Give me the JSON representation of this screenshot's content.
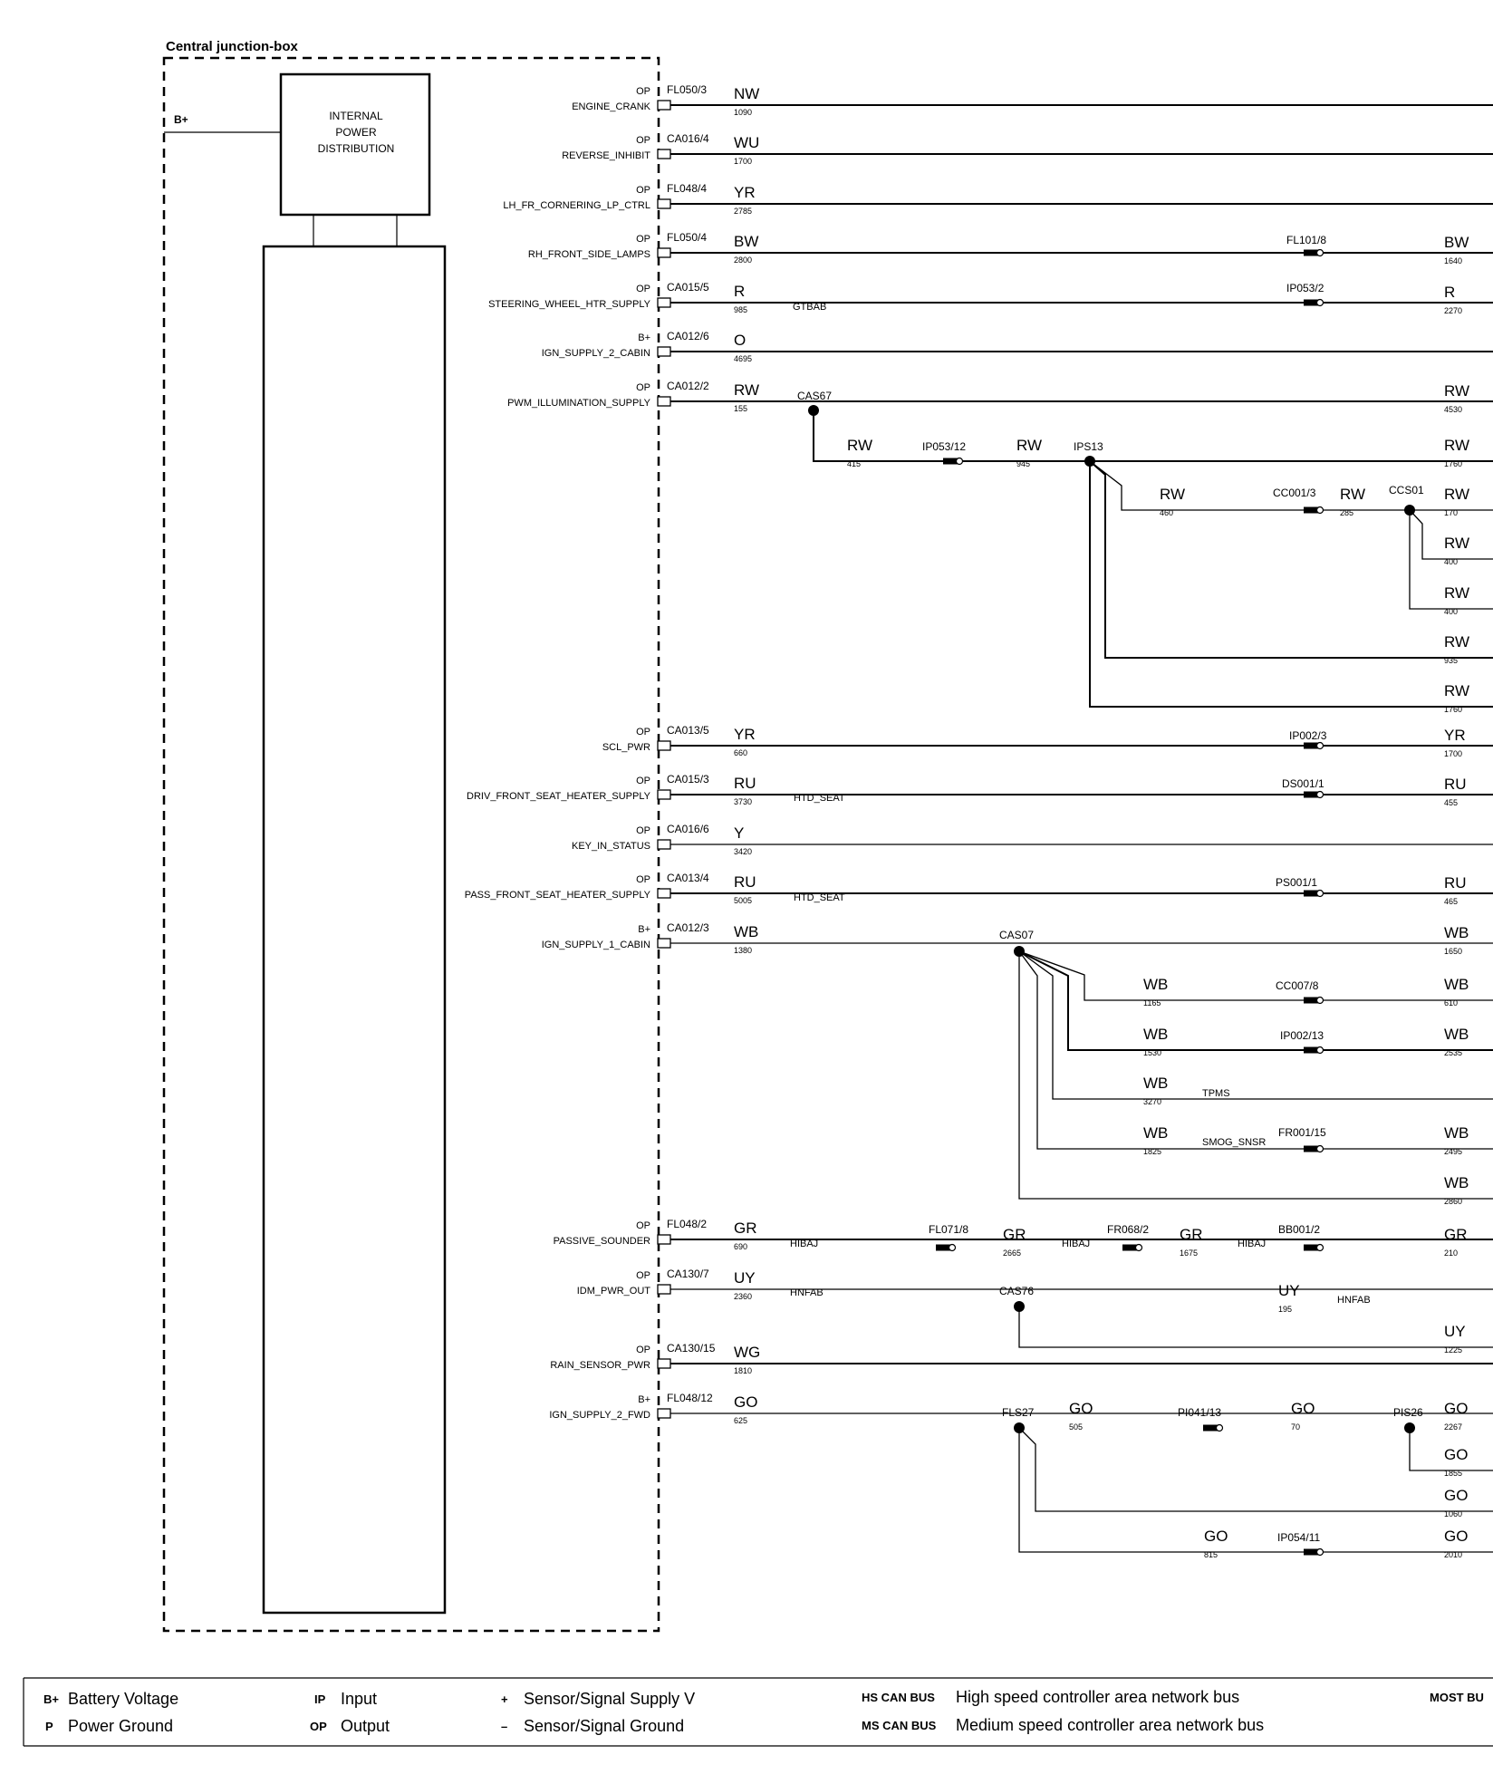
{
  "title": "Central junction-box",
  "battery_input_label": "B+",
  "power_box": {
    "line1": "INTERNAL",
    "line2": "POWER",
    "line3": "DISTRIBUTION"
  },
  "circuits": [
    {
      "dir": "OP",
      "signal": "ENGINE_CRANK",
      "pin": "FL050/3",
      "color": "NW",
      "length": "1090"
    },
    {
      "dir": "OP",
      "signal": "REVERSE_INHIBIT",
      "pin": "CA016/4",
      "color": "WU",
      "length": "1700"
    },
    {
      "dir": "OP",
      "signal": "LH_FR_CORNERING_LP_CTRL",
      "pin": "FL048/4",
      "color": "YR",
      "length": "2785"
    },
    {
      "dir": "OP",
      "signal": "RH_FRONT_SIDE_LAMPS",
      "pin": "FL050/4",
      "color": "BW",
      "length": "2800"
    },
    {
      "dir": "OP",
      "signal": "STEERING_WHEEL_HTR_SUPPLY",
      "pin": "CA015/5",
      "color": "R",
      "length": "985"
    },
    {
      "dir": "B+",
      "signal": "IGN_SUPPLY_2_CABIN",
      "pin": "CA012/6",
      "color": "O",
      "length": "4695"
    },
    {
      "dir": "OP",
      "signal": "PWM_ILLUMINATION_SUPPLY",
      "pin": "CA012/2",
      "color": "RW",
      "length": "155"
    },
    {
      "dir": "OP",
      "signal": "SCL_PWR",
      "pin": "CA013/5",
      "color": "YR",
      "length": "660"
    },
    {
      "dir": "OP",
      "signal": "DRIV_FRONT_SEAT_HEATER_SUPPLY",
      "pin": "CA015/3",
      "color": "RU",
      "length": "3730"
    },
    {
      "dir": "OP",
      "signal": "KEY_IN_STATUS",
      "pin": "CA016/6",
      "color": "Y",
      "length": "3420"
    },
    {
      "dir": "OP",
      "signal": "PASS_FRONT_SEAT_HEATER_SUPPLY",
      "pin": "CA013/4",
      "color": "RU",
      "length": "5005"
    },
    {
      "dir": "B+",
      "signal": "IGN_SUPPLY_1_CABIN",
      "pin": "CA012/3",
      "color": "WB",
      "length": "1380"
    },
    {
      "dir": "OP",
      "signal": "PASSIVE_SOUNDER",
      "pin": "FL048/2",
      "color": "GR",
      "length": "690"
    },
    {
      "dir": "OP",
      "signal": "IDM_PWR_OUT",
      "pin": "CA130/7",
      "color": "UY",
      "length": "2360"
    },
    {
      "dir": "OP",
      "signal": "RAIN_SENSOR_PWR",
      "pin": "CA130/15",
      "color": "WG",
      "length": "1810"
    },
    {
      "dir": "B+",
      "signal": "IGN_SUPPLY_2_FWD",
      "pin": "FL048/12",
      "color": "GO",
      "length": "625"
    }
  ],
  "harness_tags": {
    "steering": "GTBAB",
    "drv_seat": "HTD_SEAT",
    "pass_seat": "HTD_SEAT",
    "tpms": "TPMS",
    "smog": "SMOG_SNSR",
    "hibaj_1": "HIBAJ",
    "hibaj_2": "HIBAJ",
    "hibaj_3": "HIBAJ",
    "hnfab_1": "HNFAB",
    "hnfab_2": "HNFAB"
  },
  "splices": {
    "cas67": "CAS67",
    "ips13": "IPS13",
    "ccs01": "CCS01",
    "cas07": "CAS07",
    "cas76": "CAS76",
    "fls27": "FLS27",
    "pis26": "PIS26"
  },
  "connectors": {
    "fl101": "FL101/8",
    "ip053_2": "IP053/2",
    "ip053_12": "IP053/12",
    "cc001_3": "CC001/3",
    "ip002_3": "IP002/3",
    "ds001": "DS001/1",
    "ps001": "PS001/1",
    "cc007": "CC007/8",
    "ip002_13": "IP002/13",
    "fr001": "FR001/15",
    "fl071": "FL071/8",
    "fr068": "FR068/2",
    "bb001": "BB001/2",
    "pi041": "PI041/13",
    "ip054": "IP054/11"
  },
  "wire_labels": {
    "bw_out": {
      "color": "BW",
      "length": "1640"
    },
    "r_out": {
      "color": "R",
      "length": "2270"
    },
    "rw_main_out": {
      "color": "RW",
      "length": "4530"
    },
    "rw_cas67_a": {
      "color": "RW",
      "length": "415"
    },
    "rw_cas67_b": {
      "color": "RW",
      "length": "945"
    },
    "rw_ips13_out": {
      "color": "RW",
      "length": "1760"
    },
    "rw_cc_a": {
      "color": "RW",
      "length": "460"
    },
    "rw_cc_b": {
      "color": "RW",
      "length": "285"
    },
    "rw_ccs01_1": {
      "color": "RW",
      "length": "170"
    },
    "rw_ccs01_2": {
      "color": "RW",
      "length": "400"
    },
    "rw_ccs01_3": {
      "color": "RW",
      "length": "400"
    },
    "rw_ips13_2": {
      "color": "RW",
      "length": "935"
    },
    "rw_ips13_3": {
      "color": "RW",
      "length": "1760"
    },
    "yr_out": {
      "color": "YR",
      "length": "1700"
    },
    "ru_drv_out": {
      "color": "RU",
      "length": "455"
    },
    "ru_pass_out": {
      "color": "RU",
      "length": "465"
    },
    "wb_main_out": {
      "color": "WB",
      "length": "1650"
    },
    "wb_b1_a": {
      "color": "WB",
      "length": "1165"
    },
    "wb_b1_out": {
      "color": "WB",
      "length": "610"
    },
    "wb_b2_a": {
      "color": "WB",
      "length": "1530"
    },
    "wb_b2_out": {
      "color": "WB",
      "length": "2535"
    },
    "wb_b3": {
      "color": "WB",
      "length": "3270"
    },
    "wb_b4_a": {
      "color": "WB",
      "length": "1825"
    },
    "wb_b4_out": {
      "color": "WB",
      "length": "2495"
    },
    "wb_b5": {
      "color": "WB",
      "length": "2860"
    },
    "gr_b": {
      "color": "GR",
      "length": "2665"
    },
    "gr_c": {
      "color": "GR",
      "length": "1675"
    },
    "gr_out": {
      "color": "GR",
      "length": "210"
    },
    "uy_b": {
      "color": "UY",
      "length": "195"
    },
    "uy_br": {
      "color": "UY",
      "length": "1225"
    },
    "go_b": {
      "color": "GO",
      "length": "505"
    },
    "go_c": {
      "color": "GO",
      "length": "70"
    },
    "go_out1": {
      "color": "GO",
      "length": "2267"
    },
    "go_out2": {
      "color": "GO",
      "length": "1855"
    },
    "go_out3": {
      "color": "GO",
      "length": "1060"
    },
    "go_b3_a": {
      "color": "GO",
      "length": "815"
    },
    "go_out4": {
      "color": "GO",
      "length": "2010"
    }
  },
  "legend": {
    "items": [
      {
        "code": "B+",
        "desc": "Battery Voltage"
      },
      {
        "code": "P",
        "desc": "Power Ground"
      },
      {
        "code": "IP",
        "desc": "Input"
      },
      {
        "code": "OP",
        "desc": "Output"
      },
      {
        "code": "+",
        "desc": "Sensor/Signal Supply V"
      },
      {
        "code": "–",
        "desc": "Sensor/Signal Ground"
      },
      {
        "code": "HS CAN BUS",
        "desc": "High speed controller area network bus"
      },
      {
        "code": "MS CAN BUS",
        "desc": "Medium speed controller area network bus"
      },
      {
        "code": "MOST BU",
        "desc": ""
      }
    ]
  }
}
